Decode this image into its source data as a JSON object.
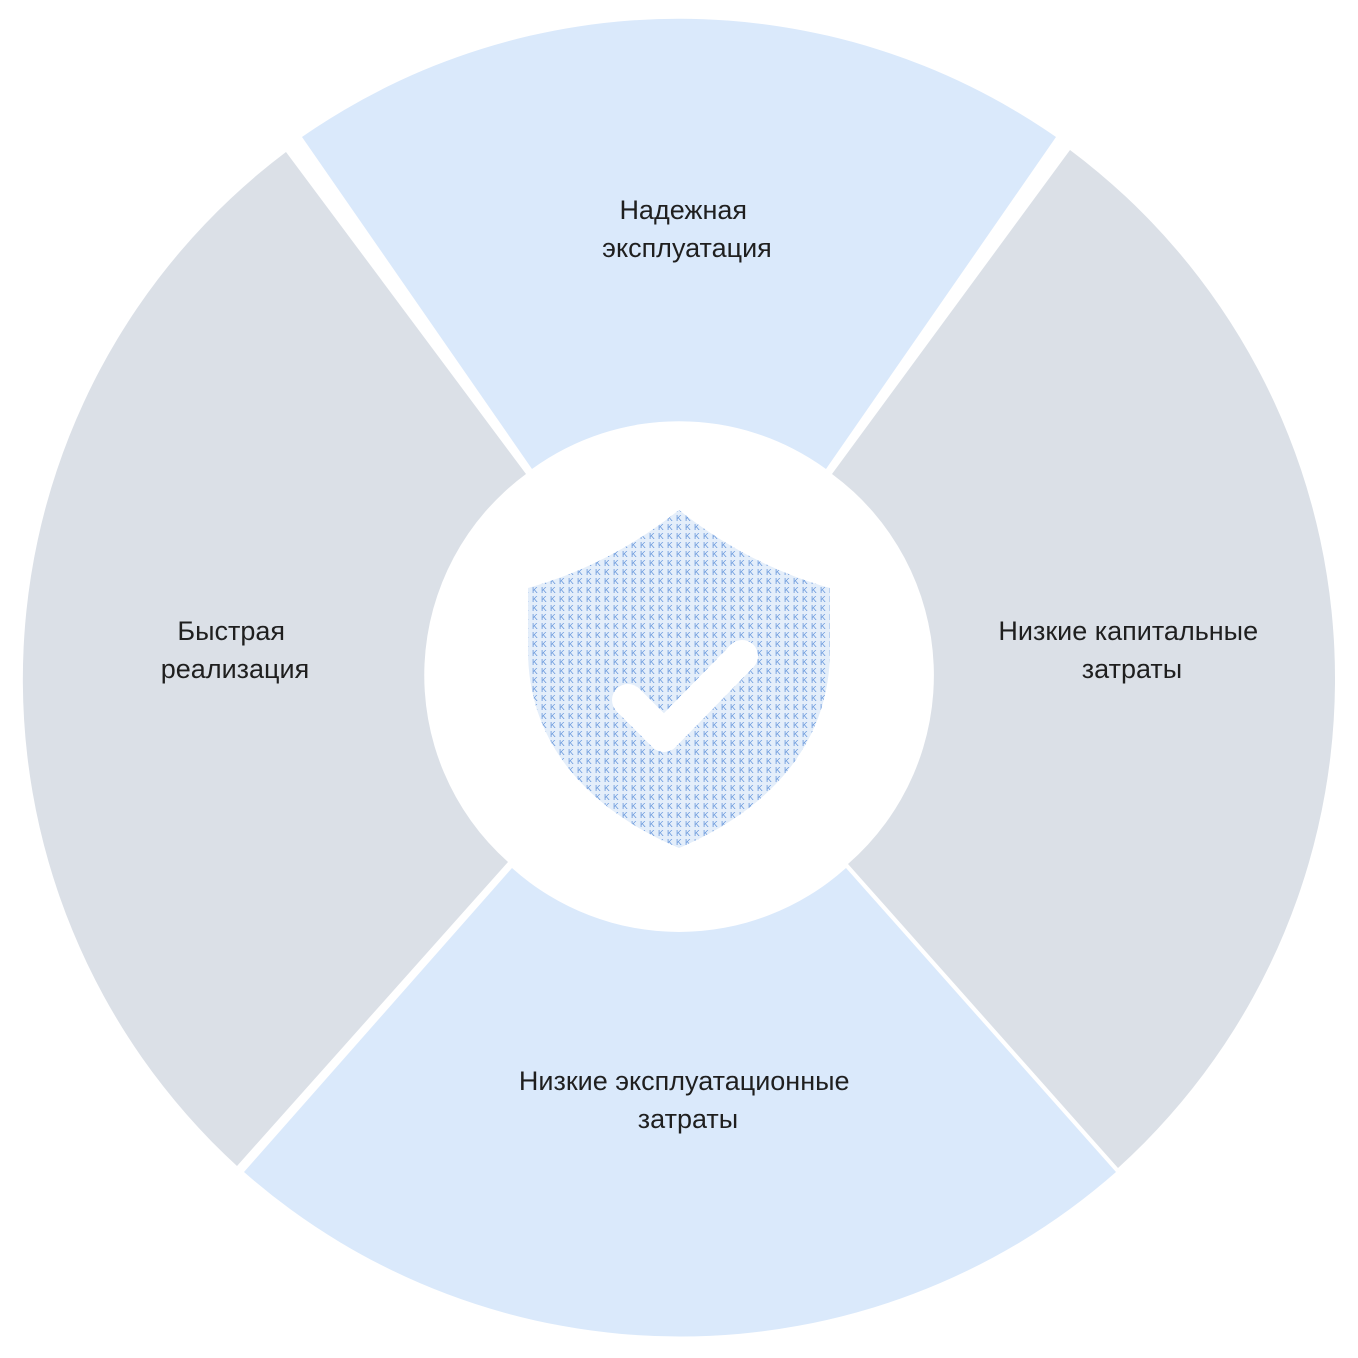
{
  "diagram": {
    "colors": {
      "background": "#ffffff",
      "light_blue": "#dae9fb",
      "light_gray": "#dbe0e7",
      "shield_pattern": "#6f9ede",
      "shield_text": "#4f86d6",
      "check": "#ffffff"
    },
    "segments": {
      "top": {
        "line1": "Надежная",
        "line2": "эксплуатация"
      },
      "right": {
        "line1": "Низкие капитальные",
        "line2": "затраты"
      },
      "bottom": {
        "line1": "Низкие эксплуатационные",
        "line2": "затраты"
      },
      "left": {
        "line1": "Быстрая",
        "line2": "реализация"
      }
    },
    "center_icon": "shield-check-icon"
  }
}
